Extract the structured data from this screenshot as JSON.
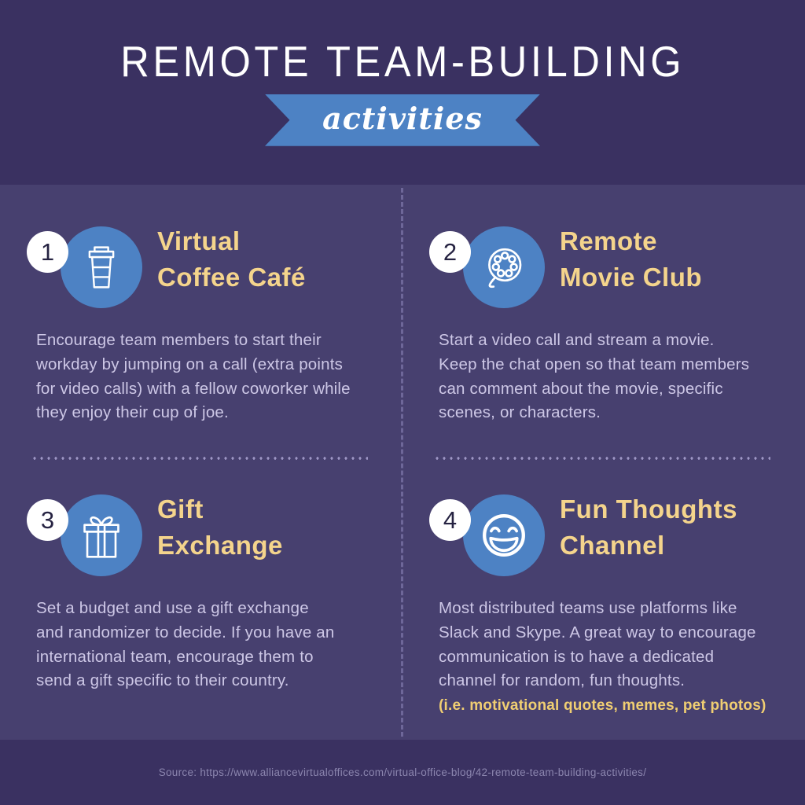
{
  "header": {
    "title": "REMOTE TEAM-BUILDING",
    "ribbon_label": "activities"
  },
  "items": [
    {
      "number": "1",
      "title": "Virtual\nCoffee Café",
      "icon": "coffee-cup-icon",
      "body": "Encourage team members to start their\nworkday by jumping on a call (extra points\nfor video calls) with a fellow coworker while\nthey enjoy their cup of joe."
    },
    {
      "number": "2",
      "title": "Remote\nMovie Club",
      "icon": "film-reel-icon",
      "body": "Start a video call and stream a movie.\nKeep the chat open so that team members\ncan comment about the movie, specific\nscenes, or characters."
    },
    {
      "number": "3",
      "title": "Gift\nExchange",
      "icon": "gift-icon",
      "body": "Set a budget and use a gift exchange\nand randomizer to decide. If you have an\ninternational team, encourage them to\nsend a gift specific to their country."
    },
    {
      "number": "4",
      "title": "Fun Thoughts\nChannel",
      "icon": "laughing-emoji-icon",
      "body": "Most distributed teams use platforms like\nSlack and Skype. A great way to encourage\ncommunication is to have a dedicated\nchannel for random, fun thoughts.",
      "note": "(i.e. motivational quotes, memes, pet photos)"
    }
  ],
  "footer": {
    "source": "Source: https://www.alliancevirtualoffices.com/virtual-office-blog/42-remote-team-building-activities/"
  },
  "colors": {
    "header_background": "#3a3161",
    "panel_background": "#47406f",
    "footer_background": "#3a3161",
    "accent_blue": "#4d82c4",
    "heading_gold": "#f4d48c",
    "note_gold": "#f0ce72",
    "body_text": "#cdc7e6",
    "title_white": "#ffffff"
  }
}
